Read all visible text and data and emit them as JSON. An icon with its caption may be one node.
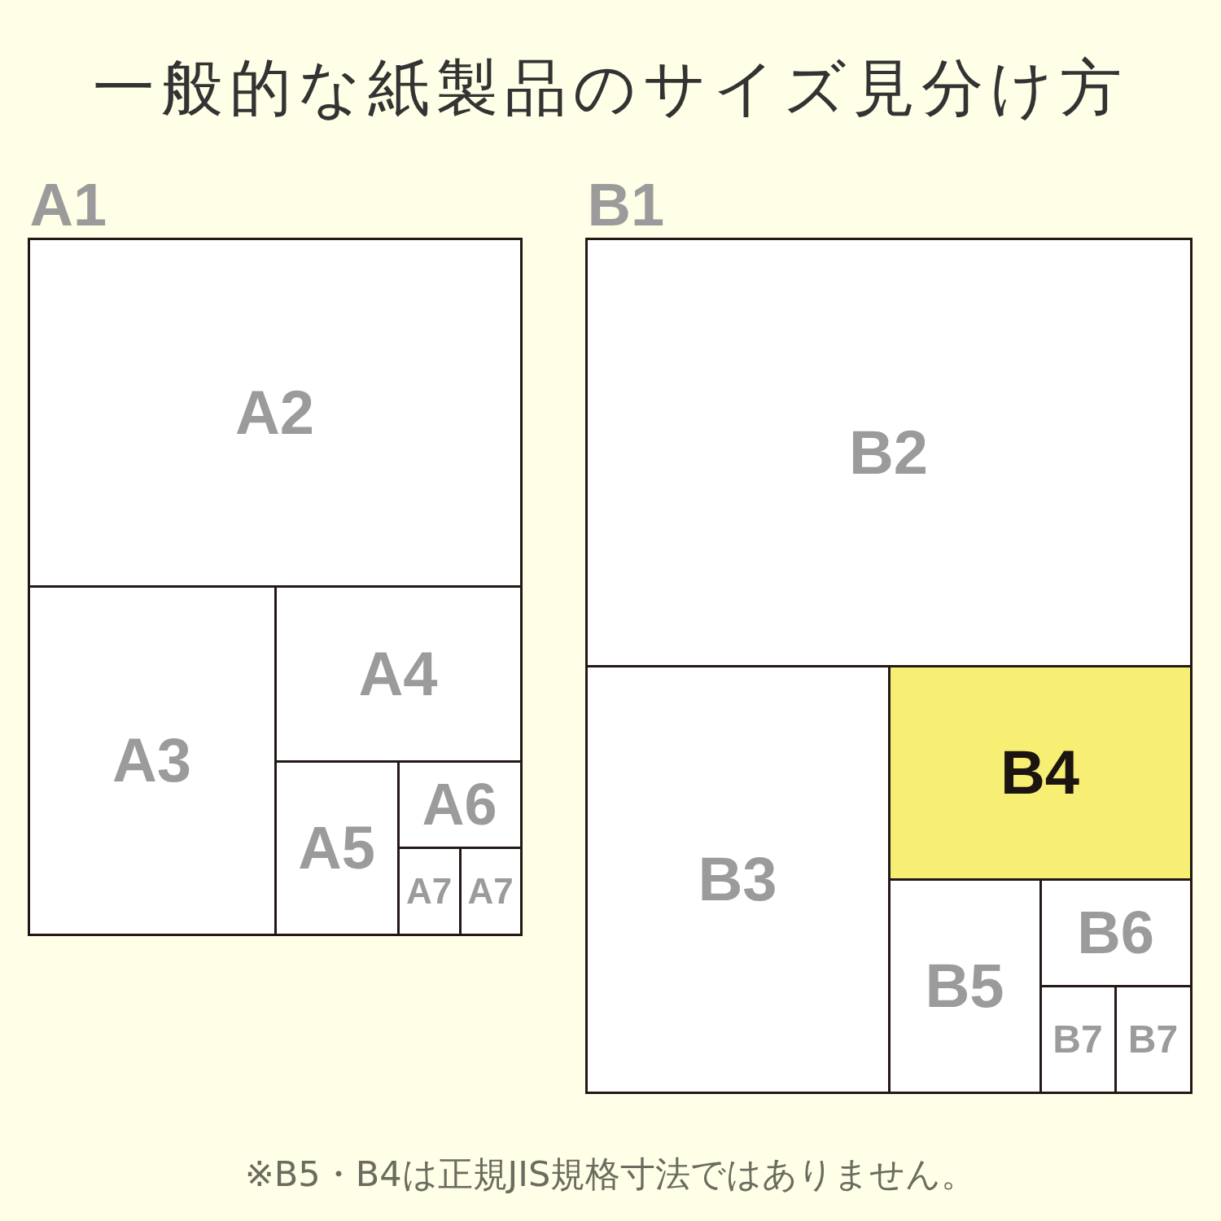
{
  "diagram": {
    "title": "一般的な紙製品のサイズ見分け方",
    "nodes": [
      {
        "text": [
          "A1"
        ]
      },
      {
        "text": [
          "A2"
        ],
        "in": 0
      },
      {
        "text": [
          "A3"
        ],
        "in": 0
      },
      {
        "text": [
          "A4"
        ],
        "in": 0
      },
      {
        "text": [
          "A5"
        ],
        "in": 0
      },
      {
        "text": [
          "A6"
        ],
        "in": 0
      },
      {
        "text": [
          "A7"
        ],
        "in": 0
      },
      {
        "text": [
          "A7"
        ],
        "in": 0
      },
      {
        "text": [
          "B1"
        ]
      },
      {
        "text": [
          "B2"
        ],
        "in": 8
      },
      {
        "text": [
          "B3"
        ],
        "in": 8
      },
      {
        "text": [
          "B4"
        ],
        "in": 8
      },
      {
        "text": [
          "B5"
        ],
        "in": 8
      },
      {
        "text": [
          "B6"
        ],
        "in": 8
      },
      {
        "text": [
          "B7"
        ],
        "in": 8
      },
      {
        "text": [
          "B7"
        ],
        "in": 8
      }
    ],
    "edges": [],
    "caption": "※B5・B4は正規JIS規格寸法ではありません。"
  }
}
